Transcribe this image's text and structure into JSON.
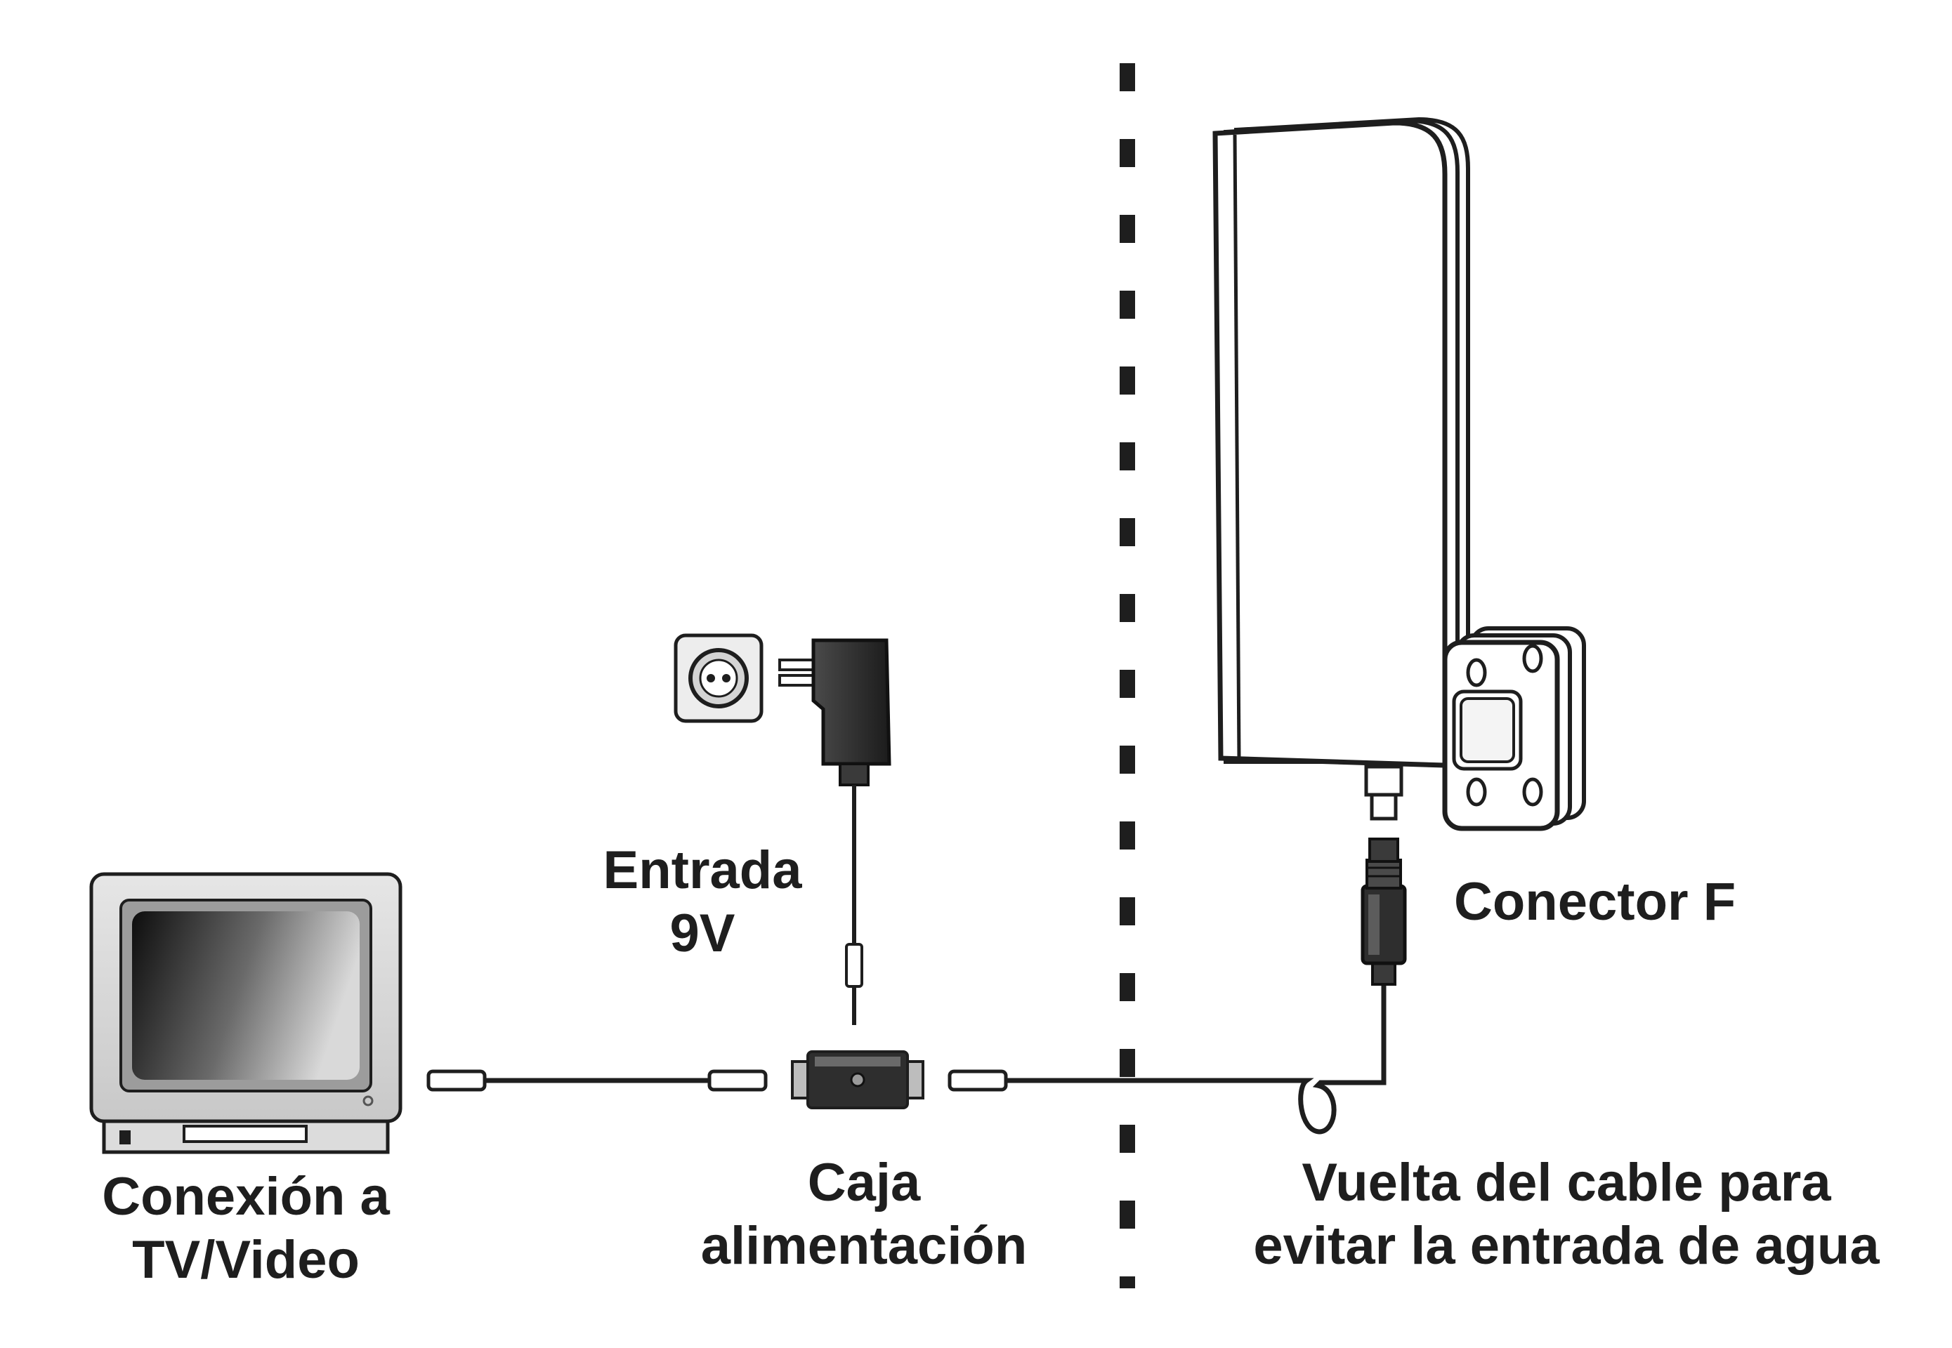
{
  "labels": {
    "tv": {
      "line1": "Conexión a",
      "line2": "TV/Video"
    },
    "caja": {
      "line1": "Caja",
      "line2": "alimentación"
    },
    "entrada": {
      "line1": "Entrada",
      "line2": "9V"
    },
    "conector": {
      "line1": "Conector F"
    },
    "vuelta": {
      "line1": "Vuelta del cable para",
      "line2": "evitar la entrada de agua"
    }
  },
  "colors": {
    "ink": "#1e1e1e",
    "panel": "#ffffff",
    "tv_frame": "#d8d8d8",
    "screen_dark": "#111111",
    "screen_light": "#cfcfcf",
    "dark_part": "#2e2e2e"
  },
  "icons": [
    "tv-icon",
    "wall-socket-icon",
    "power-adapter-icon",
    "power-box-icon",
    "antenna-icon",
    "f-connector-icon",
    "mounting-bracket-icon"
  ]
}
